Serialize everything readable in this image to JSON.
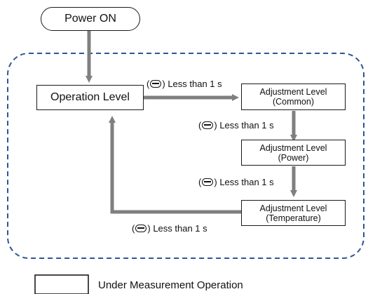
{
  "nodes": {
    "power_on": "Power ON",
    "operation_level": "Operation Level",
    "adj_common": [
      "Adjustment Level",
      "(Common)"
    ],
    "adj_power": [
      "Adjustment Level",
      "(Power)"
    ],
    "adj_temperature": [
      "Adjustment Level",
      "(Temperature)"
    ]
  },
  "transitions": {
    "label": "Less than 1 s",
    "key_icon": "key-icon"
  },
  "legend": {
    "label": "Under Measurement Operation"
  },
  "colors": {
    "arrow": "#7f7f7f",
    "dashed_border": "#2f5597",
    "box_border": "#1a1a1a"
  }
}
